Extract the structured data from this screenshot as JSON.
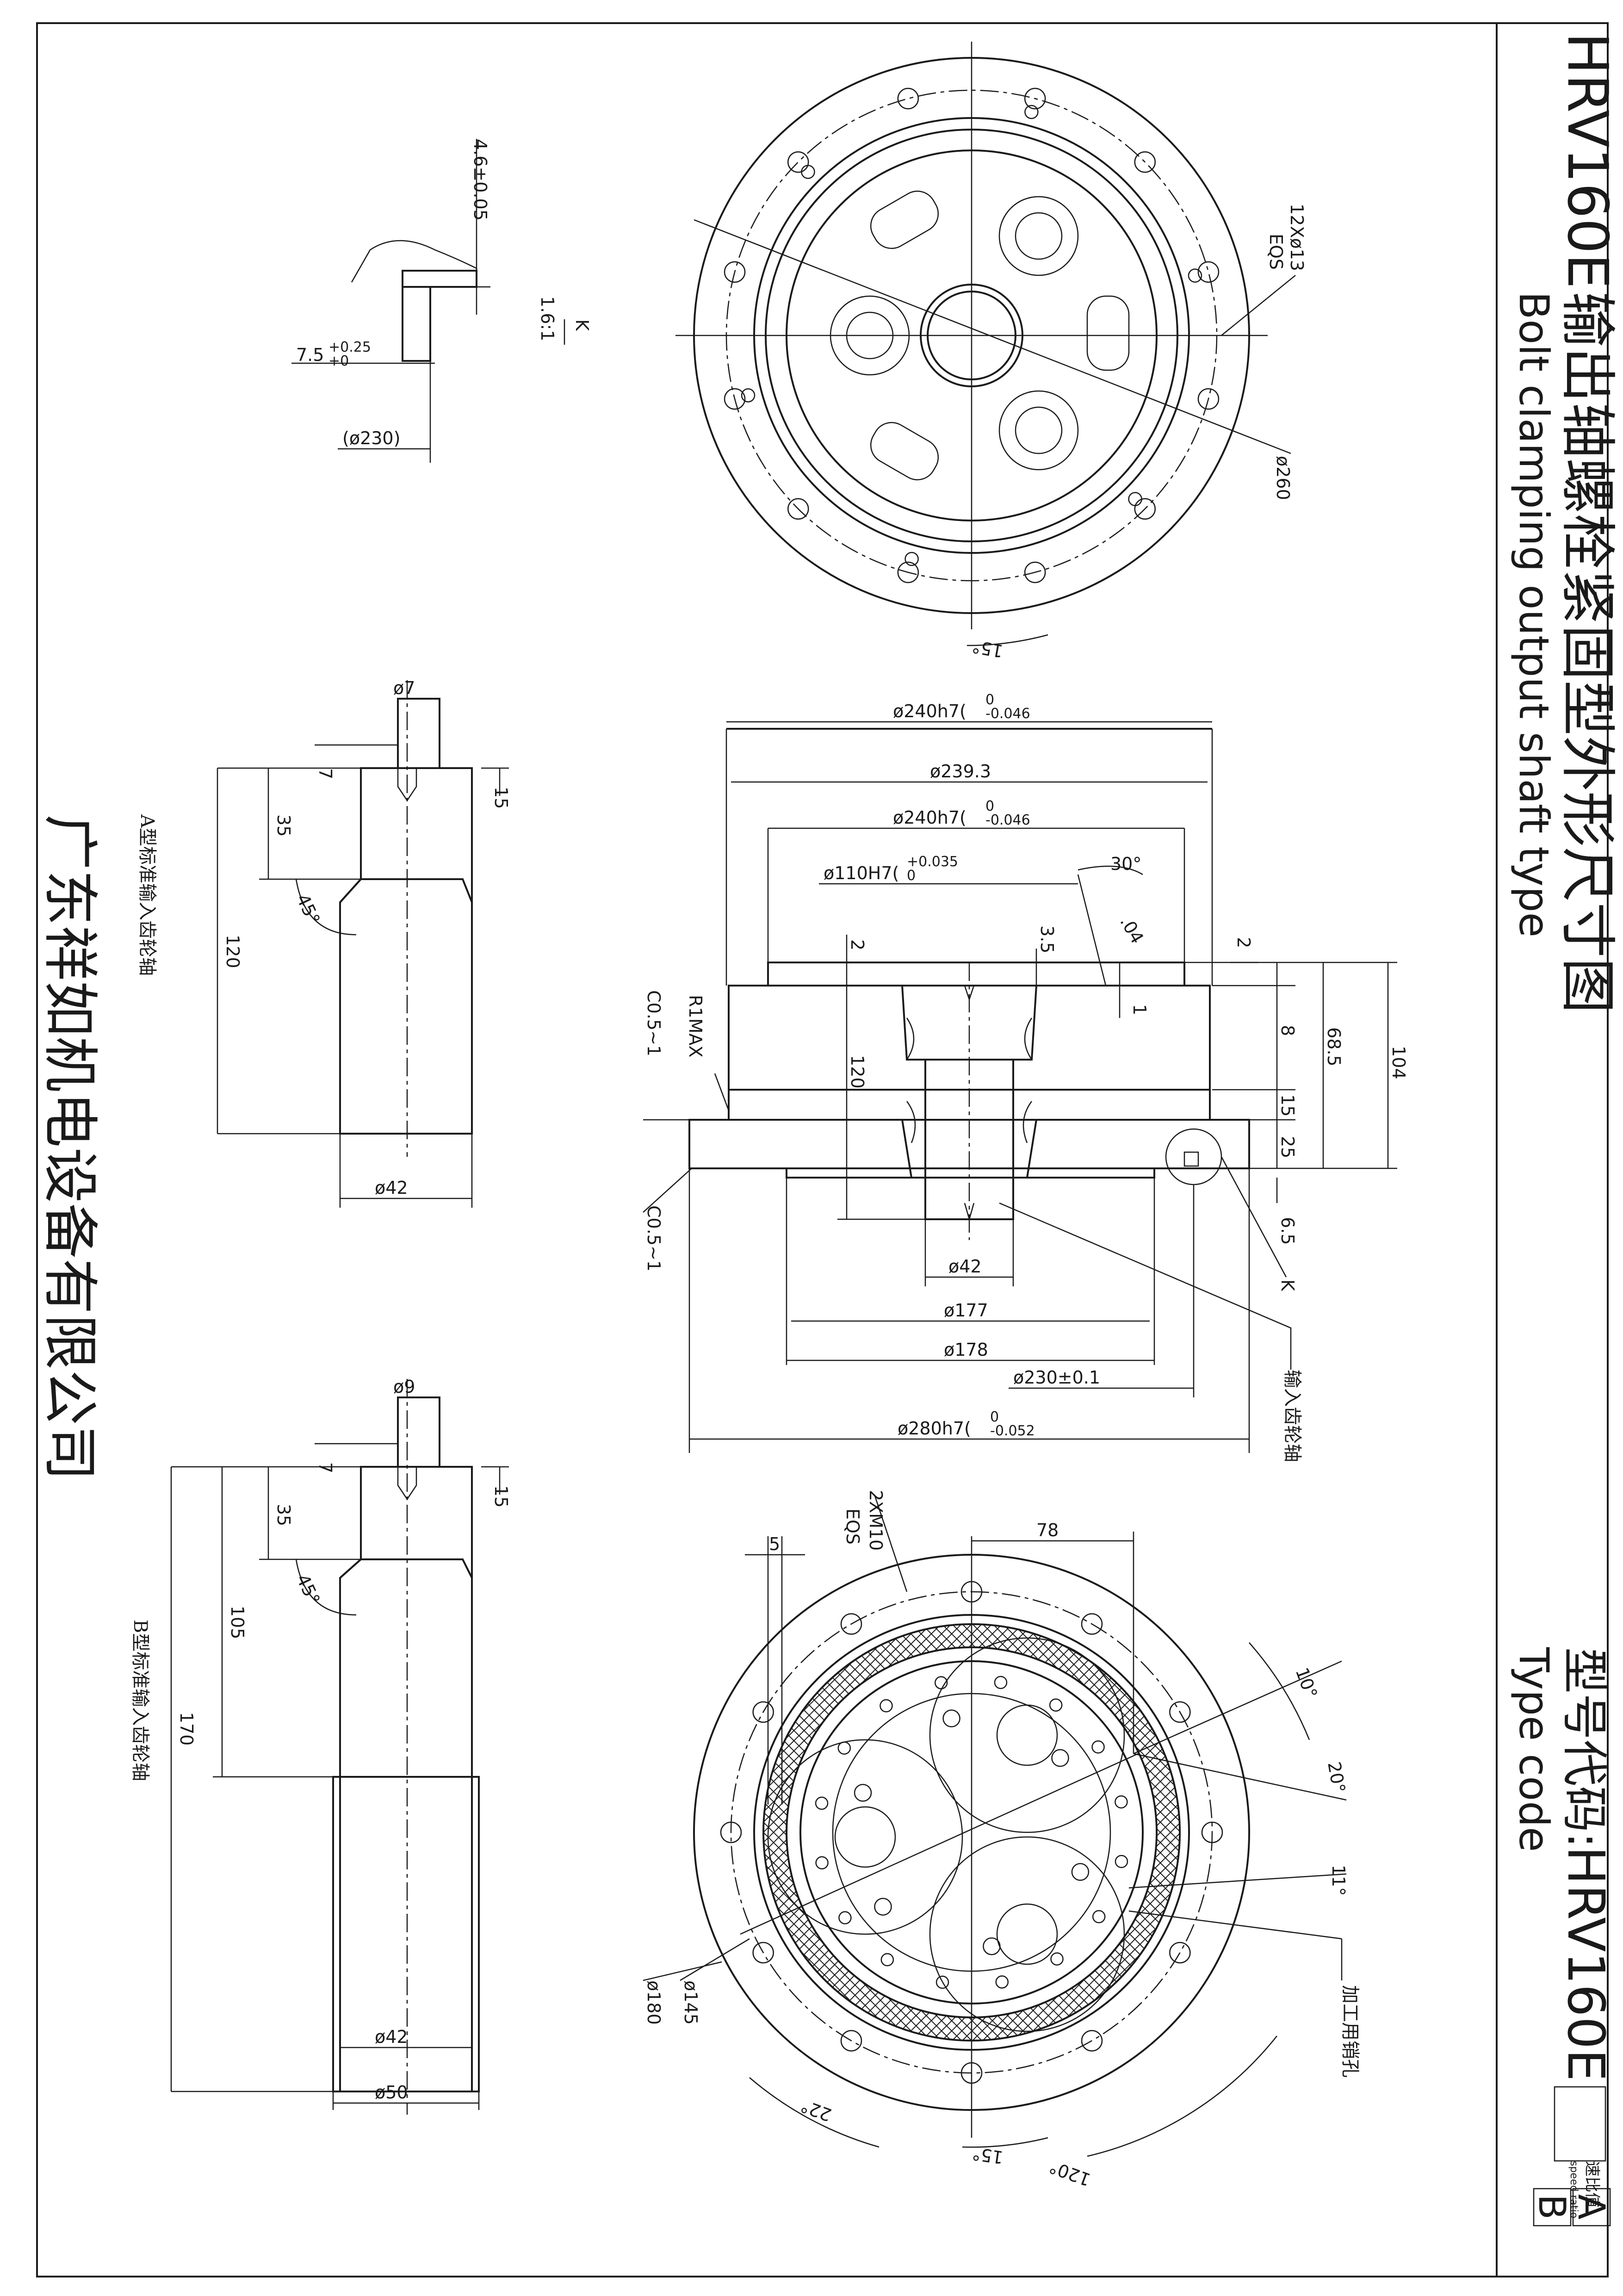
{
  "title_block": {
    "model_prefix": "HRV160E",
    "title_cn": "输出轴螺栓紧固型外形尺寸图",
    "title_en": "Bolt clamping output shaft type",
    "type_code_cn": "型号代码:",
    "type_code_en": "Type code",
    "type_code_value": "HRV160E",
    "speed_ratio_cn": "速比值",
    "speed_ratio_en": "speed ratio",
    "variant_a": "A",
    "variant_b": "B"
  },
  "company": "广东祥如机电设备有限公司",
  "detail_k": {
    "label": "K",
    "scale": "1.6:1",
    "dim_depth": "4.6±0.05",
    "dim_width": "7.5",
    "dim_width_tol_upper": "+0.25",
    "dim_width_tol_lower": "+0",
    "dim_ref_dia": "(ø230)"
  },
  "shaft_a": {
    "caption": "A型标准输入齿轮轴",
    "dim_hole": "ø7",
    "dim_7": "7",
    "dim_15": "15",
    "dim_35": "35",
    "dim_angle": "45°",
    "dim_length": "120",
    "dim_dia": "ø42"
  },
  "shaft_b": {
    "caption": "B型标准输入齿轮轴",
    "dim_hole": "ø9",
    "dim_7": "7",
    "dim_15": "15",
    "dim_35": "35",
    "dim_angle": "45°",
    "dim_105": "105",
    "dim_length": "170",
    "dim_dia42": "ø42",
    "dim_dia50": "ø50"
  },
  "top_view": {
    "dim_holes": "12Xø13",
    "dim_eqs": "EQS",
    "dim_pcd": "ø260",
    "dim_angle": "15°"
  },
  "section_view": {
    "dim_240h7_top": "ø240h7(",
    "tol_240_top_upper": "0",
    "tol_240_top_lower": "-0.046",
    "dim_239": "ø239.3",
    "dim_240h7_mid": "ø240h7(",
    "tol_240_mid_upper": "0",
    "tol_240_mid_lower": "-0.046",
    "dim_110": "ø110H7(",
    "tol_110_upper": "+0.035",
    "tol_110_lower": "0",
    "dim_30deg": "30°",
    "dim_04": ".04",
    "dim_2_left": "2",
    "dim_3_5": "3.5",
    "dim_2_right": "2",
    "dim_1": "1",
    "dim_8": "8",
    "dim_68_5": "68.5",
    "dim_104": "104",
    "dim_15": "15",
    "dim_25": "25",
    "dim_6_5": "6.5",
    "dim_120": "120",
    "dim_r1max": "R1MAX",
    "dim_c05_top": "C0.5~1",
    "dim_c05_bot": "C0.5~1",
    "dim_42": "ø42",
    "dim_177": "ø177",
    "dim_178": "ø178",
    "dim_230": "ø230±0.1",
    "dim_280h7": "ø280h7(",
    "tol_280_upper": "0",
    "tol_280_lower": "-0.052",
    "label_k": "K",
    "label_input_shaft": "输入齿轮轴"
  },
  "bottom_view": {
    "dim_5": "5",
    "dim_2xm10": "2XM10",
    "dim_eqs": "EQS",
    "dim_78": "78",
    "dim_10deg": "10°",
    "dim_20deg": "20°",
    "dim_11deg": "11°",
    "dim_180": "ø180",
    "dim_145": "ø145",
    "dim_22deg": "22°",
    "dim_15deg": "15°",
    "dim_120deg": "120°",
    "label_pin_hole": "加工用销孔"
  }
}
